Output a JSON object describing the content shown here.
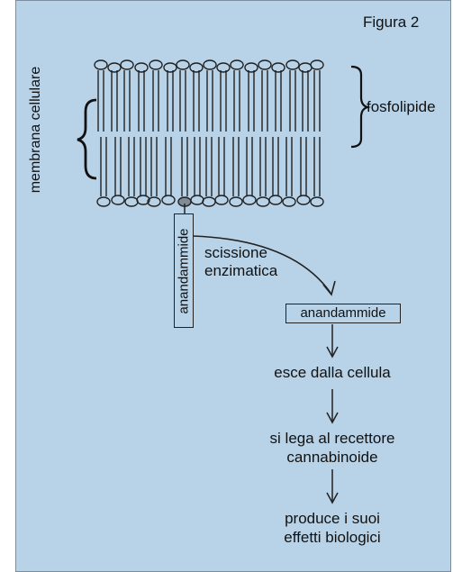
{
  "figure": {
    "title": "Figura 2",
    "membrane_label": "membrana cellulare",
    "phospholipid_label": "fosfolipide",
    "scission_label_line1": "scissione",
    "scission_label_line2": "enzimatica",
    "anandamide_label_vertical": "anandammide",
    "anandamide_label_horizontal": "anandammide",
    "steps": [
      {
        "line1": "esce dalla cellula",
        "line2": ""
      },
      {
        "line1": "si lega al recettore",
        "line2": "cannabinoide"
      },
      {
        "line1": "produce i suoi",
        "line2": "effetti biologici"
      }
    ]
  },
  "colors": {
    "background": "#b8d3e8",
    "stroke": "#222222",
    "highlight_head": "#7f8b95"
  }
}
